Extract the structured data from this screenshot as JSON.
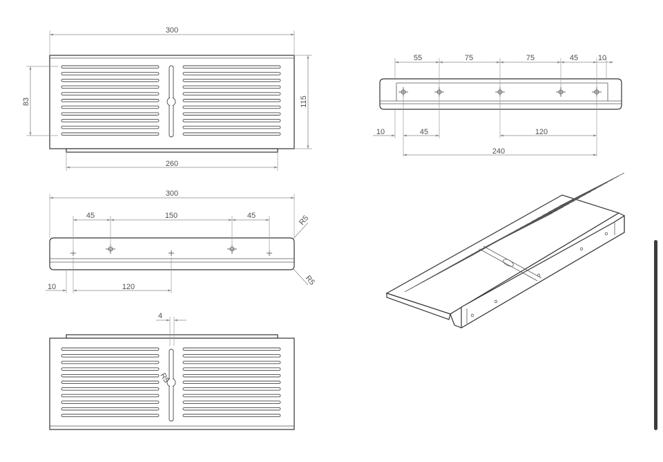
{
  "drawing": {
    "top_view": {
      "dims": {
        "overall_width": "300",
        "slot_area_height": "83",
        "overall_depth": "115",
        "back_width": "260"
      }
    },
    "side_view": {
      "dims": {
        "d55": "55",
        "d75a": "75",
        "d75b": "75",
        "d45": "45",
        "d10": "10",
        "b10": "10",
        "b45": "45",
        "b120": "120",
        "b240": "240"
      }
    },
    "front_view": {
      "dims": {
        "overall_width": "300",
        "d45a": "45",
        "d150": "150",
        "d45b": "45",
        "r5_top": "R5",
        "r5_bottom": "R5",
        "b10": "10",
        "b120": "120"
      }
    },
    "bottom_view": {
      "dims": {
        "slot_width": "4",
        "radius": "R5"
      }
    },
    "iso_view": {}
  }
}
